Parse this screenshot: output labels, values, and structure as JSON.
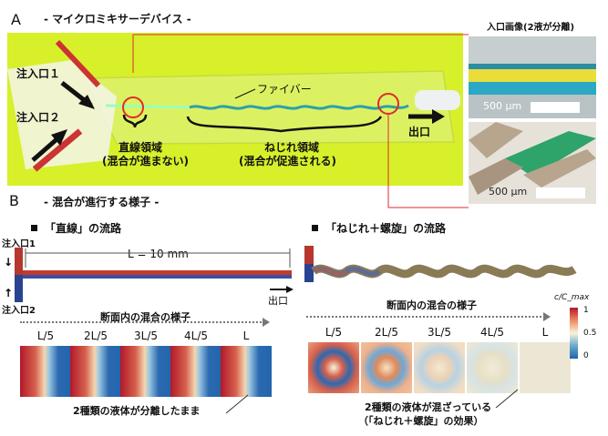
{
  "panel_a": {
    "letter": "A",
    "title": "- マイクロミキサーデバイス -",
    "inlet1": "注入口１",
    "inlet2": "注入口２",
    "fiber": "ファイバー",
    "straight_region": "直線領域",
    "straight_note": "(混合が進まない)",
    "twist_region": "ねじれ領域",
    "twist_note": "(混合が促進される)",
    "outlet": "出口",
    "inset_title": "入口画像(2液が分離)",
    "scale_top": "500 μm",
    "scale_bottom": "500 μm"
  },
  "panel_b": {
    "letter": "B",
    "title": "- 混合が進行する様子 -",
    "left": {
      "heading": "「直線」の流路",
      "inlet1": "注入口1",
      "inlet2": "注入口2",
      "length": "L = 10 mm",
      "outlet": "出口",
      "cross_section": "断面内の混合の様子",
      "positions": [
        "L/5",
        "2L/5",
        "3L/5",
        "4L/5",
        "L"
      ],
      "caption": "2種類の液体が分離したまま"
    },
    "right": {
      "heading": "「ねじれ＋螺旋」の流路",
      "cross_section": "断面内の混合の様子",
      "positions": [
        "L/5",
        "2L/5",
        "3L/5",
        "4L/5",
        "L"
      ],
      "caption_line1": "2種類の液体が混ざっている",
      "caption_line2": "（「ねじれ＋螺旋」の効果）"
    },
    "colorbar": {
      "label": "c/C_max",
      "max": "1",
      "mid": "0.5",
      "min": "0"
    }
  }
}
